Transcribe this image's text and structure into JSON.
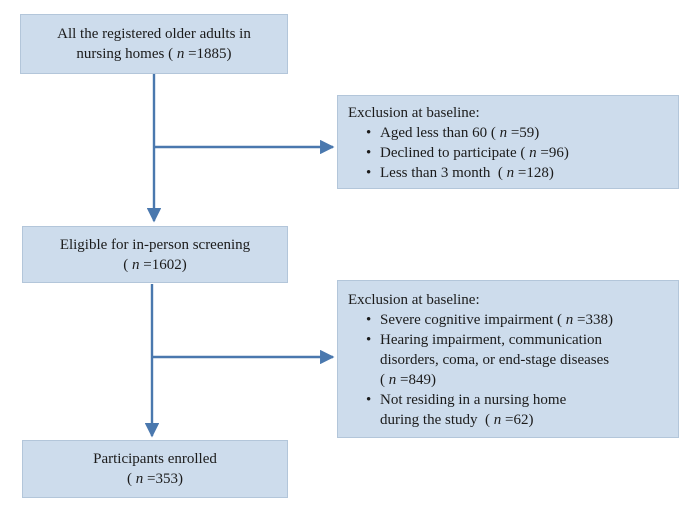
{
  "figure": {
    "kind": "participant-enrollment-flow-diagram"
  },
  "colors": {
    "box_fill": "#cddcec",
    "box_border": "#b3c6da",
    "arrow": "#4a78ae",
    "text": "#1b1b1b",
    "background": "#ffffff"
  },
  "nodes": {
    "population": {
      "text": "All the registered older adults in\nnursing homes ( n =1885)"
    },
    "exclusion1": {
      "title": "Exclusion at baseline:",
      "bullets": [
        "Aged less than 60 ( n =59)",
        "Declined to participate ( n =96)",
        "Less than 3 month  ( n =128)"
      ]
    },
    "eligible": {
      "text": "Eligible for in-person screening\n( n =1602)"
    },
    "exclusion2": {
      "title": "Exclusion at baseline:",
      "bullets": [
        "Severe cognitive impairment ( n =338)",
        "Hearing impairment, communication\ndisorders, coma, or end-stage diseases\n( n =849)",
        "Not residing in a nursing home\nduring the study  ( n =62)"
      ]
    },
    "enrolled": {
      "text": "Participants enrolled\n( n =353)"
    }
  }
}
